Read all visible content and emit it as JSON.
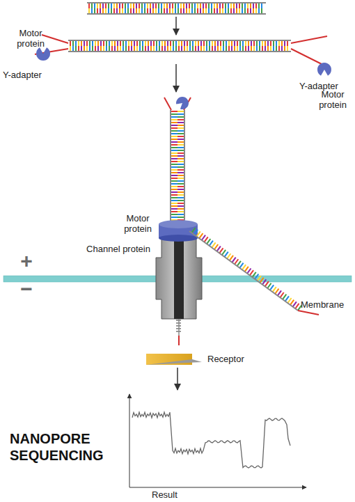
{
  "diagram": {
    "title": "NANOPORE SEQUENCING",
    "labels": [
      "Motor protein",
      "Y-adapter",
      "Y-adapter",
      "Motor protein",
      "Motor protein",
      "Channel protein",
      "+",
      "−",
      "Membrane",
      "Receptor",
      "Result"
    ]
  }
}
